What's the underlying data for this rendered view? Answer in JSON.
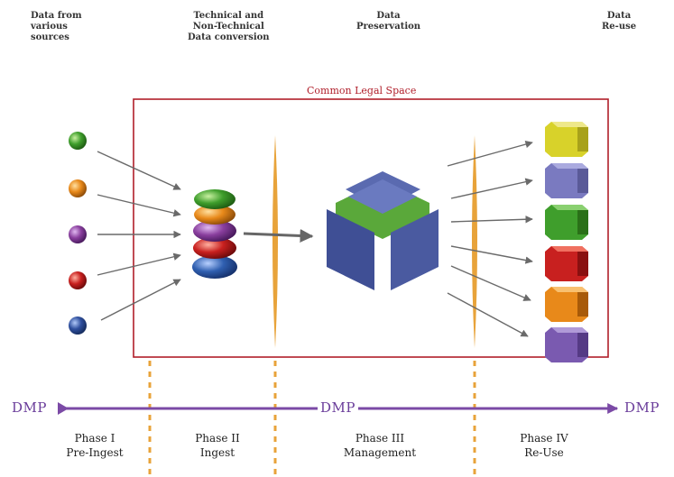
{
  "headers": {
    "sources": "Data from\nvarious\nsources",
    "conversion": "Technical and\nNon-Technical\nData conversion",
    "preservation": "Data\nPreservation",
    "reuse": "Data\nRe-use"
  },
  "legal_space": "Common Legal Space",
  "dmp": {
    "left": "DMP",
    "middle": "DMP",
    "right": "DMP"
  },
  "phases": {
    "p1": "Phase I\nPre-Ingest",
    "p2": "Phase II\nIngest",
    "p3": "Phase III\nManagement",
    "p4": "Phase IV\nRe-Use"
  },
  "colors": {
    "legal_border": "#b01e2a",
    "dmp_line": "#7b4aa6",
    "separator": "#e8a33a",
    "sources": [
      "#3f9e2c",
      "#e8891a",
      "#8a3f9e",
      "#c8201f",
      "#2f4f9e"
    ],
    "ingest_stack": [
      "#3f9e2c",
      "#e8891a",
      "#8a3f9e",
      "#c8201f",
      "#2f5fb0"
    ],
    "outputs": [
      "#d8d22a",
      "#7a7ac0",
      "#3f9e2c",
      "#c8201f",
      "#e8891a",
      "#7a5ab0"
    ],
    "cube": "#4a5aa0",
    "cube_inner": "#5aa83a"
  }
}
